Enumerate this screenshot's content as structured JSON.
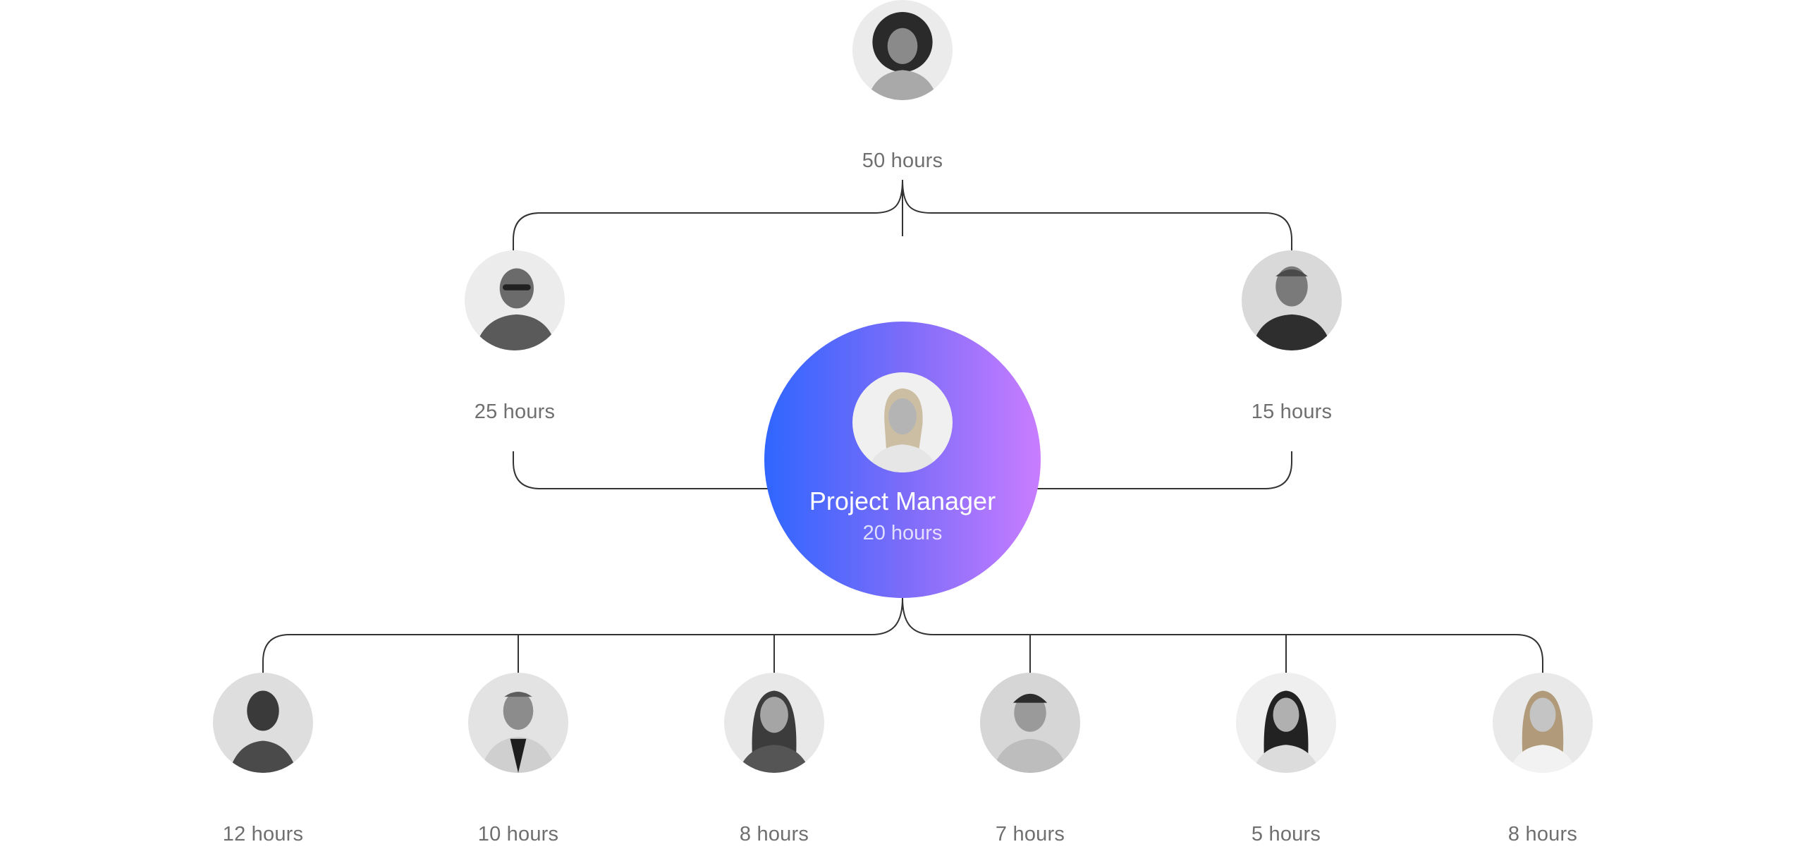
{
  "diagram": {
    "top": {
      "hours": "50 hours"
    },
    "leads": [
      {
        "id": "left",
        "hours": "25 hours"
      },
      {
        "id": "right",
        "hours": "15 hours"
      }
    ],
    "center": {
      "role": "Project Manager",
      "hours": "20 hours"
    },
    "team": [
      {
        "hours": "12 hours"
      },
      {
        "hours": "10 hours"
      },
      {
        "hours": "8 hours"
      },
      {
        "hours": "7 hours"
      },
      {
        "hours": "5 hours"
      },
      {
        "hours": "8 hours"
      }
    ]
  },
  "colors": {
    "gradient_start": "#2f66ff",
    "gradient_end": "#c97dff",
    "connector": "#333333",
    "label": "#6f6f6f"
  }
}
